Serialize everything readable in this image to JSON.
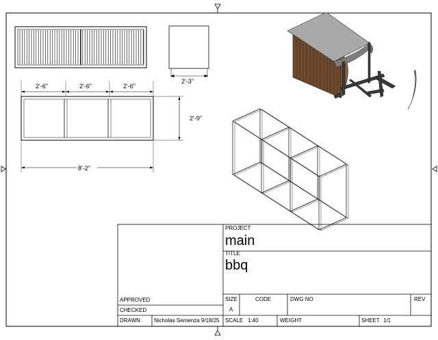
{
  "dimensions": {
    "module_width_1": "2'-6\"",
    "module_width_2": "2'-6\"",
    "module_width_3": "2'-6\"",
    "overall_length": "8'-2\"",
    "height": "2'-9\"",
    "depth": "2'-3\""
  },
  "title_block": {
    "project_label": "PROJECT",
    "project_value": "main",
    "title_label": "TITLE",
    "title_value": "bbq",
    "approved_label": "APPROVED",
    "checked_label": "CHECKED",
    "drawn_label": "DRAWN",
    "drawn_by": "Nicholas Semenza 9/18/25",
    "size_label": "SIZE",
    "size_value": "A",
    "code_label": "CODE",
    "dwg_no_label": "DWG NO",
    "rev_label": "REV",
    "scale_label": "SCALE",
    "scale_value": "1:40",
    "weight_label": "WEIGHT",
    "sheet_label": "SHEET",
    "sheet_value": "1/1"
  },
  "colors": {
    "line": "#000000",
    "wood_dark": "#6b4a2e",
    "wood_light": "#8a6440",
    "roof": "#a9a9a9",
    "roof_dark": "#7d7d7d"
  }
}
